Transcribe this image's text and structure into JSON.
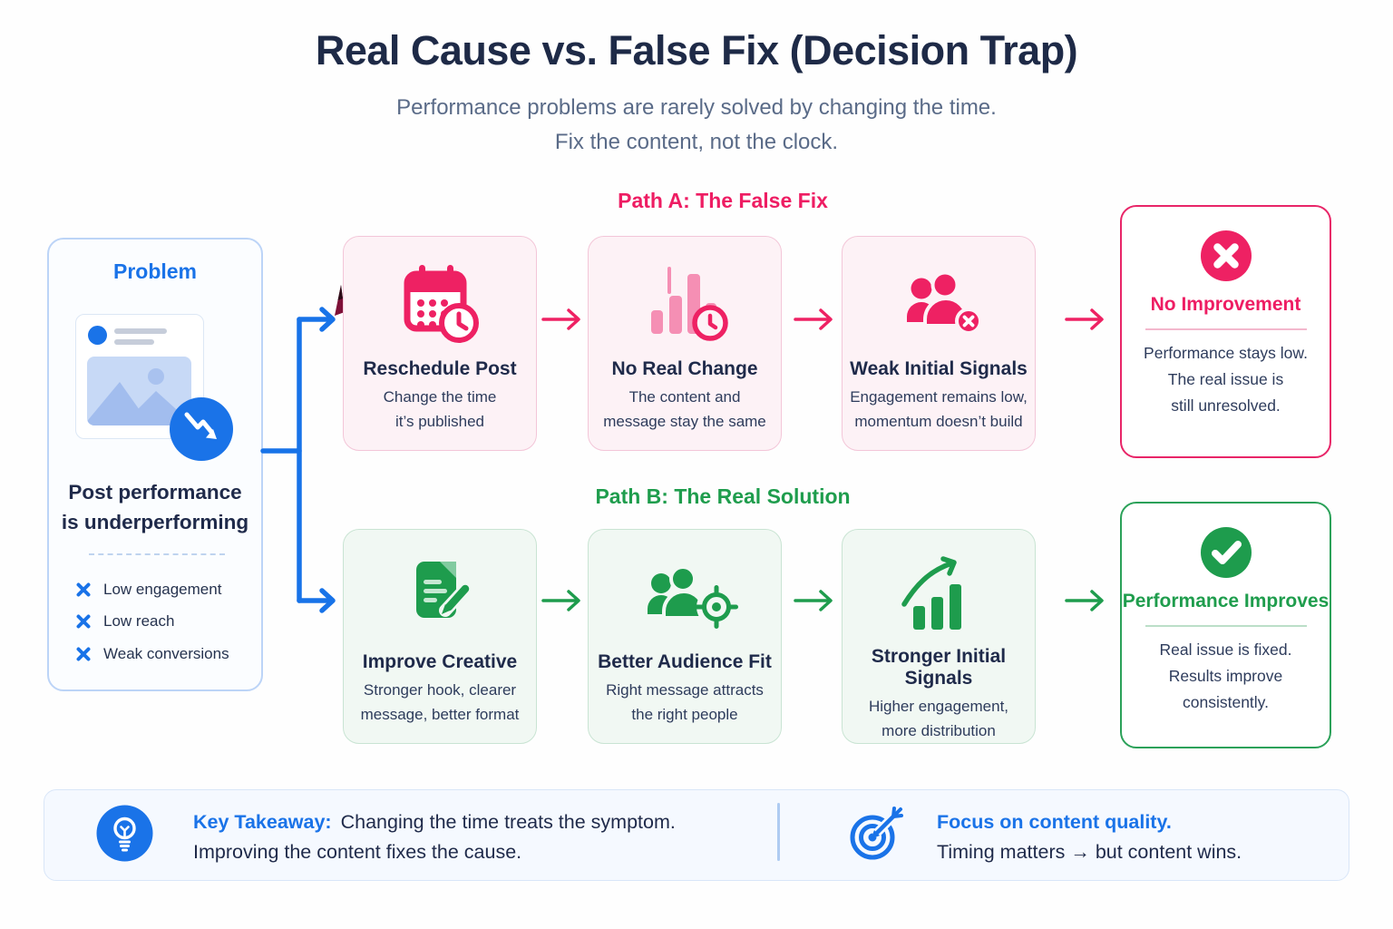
{
  "page": {
    "title": "Real Cause vs. False Fix (Decision Trap)",
    "subtitle_line1": "Performance problems are rarely solved by changing the time.",
    "subtitle_line2": "Fix the content, not the clock."
  },
  "problem": {
    "label": "Problem",
    "statement_line1": "Post performance",
    "statement_line2": "is underperforming",
    "issues": [
      "Low engagement",
      "Low reach",
      "Weak conversions"
    ]
  },
  "path_a": {
    "label": "Path A: The False Fix",
    "steps": [
      {
        "icon": "calendar-clock-icon",
        "title": "Reschedule Post",
        "desc_line1": "Change the time",
        "desc_line2": "it’s published"
      },
      {
        "icon": "bar-chart-clock-icon",
        "title": "No Real Change",
        "desc_line1": "The content and",
        "desc_line2": "message stay the same"
      },
      {
        "icon": "people-x-icon",
        "title": "Weak Initial Signals",
        "desc_line1": "Engagement remains low,",
        "desc_line2": "momentum doesn’t build"
      }
    ],
    "outcome": {
      "icon": "x-circle-icon",
      "title": "No Improvement",
      "desc_line1": "Performance stays low.",
      "desc_line2": "The real issue is",
      "desc_line3": "still unresolved."
    }
  },
  "path_b": {
    "label": "Path B: The Real Solution",
    "steps": [
      {
        "icon": "document-pencil-icon",
        "title": "Improve Creative",
        "desc_line1": "Stronger hook, clearer",
        "desc_line2": "message, better format"
      },
      {
        "icon": "people-target-icon",
        "title": "Better Audience Fit",
        "desc_line1": "Right message attracts",
        "desc_line2": "the right people"
      },
      {
        "icon": "growth-chart-icon",
        "title": "Stronger Initial Signals",
        "desc_line1": "Higher engagement,",
        "desc_line2": "more distribution"
      }
    ],
    "outcome": {
      "icon": "check-circle-icon",
      "title": "Performance Improves",
      "desc_line1": "Real issue is fixed.",
      "desc_line2": "Results improve",
      "desc_line3": "consistently."
    }
  },
  "footer": {
    "takeaway_label": "Key Takeaway:",
    "takeaway_sentence1": "Changing the time treats the symptom.",
    "takeaway_sentence2": "Improving the content fixes the cause.",
    "focus_title": "Focus on content quality.",
    "focus_sentence": "Timing matters → but content wins."
  },
  "colors": {
    "accent_blue": "#1A73E8",
    "pink": "#EE2163",
    "pink_light": "#F58FB4",
    "pink_card_bg": "#FDF2F6",
    "pink_card_border": "#F3C6D8",
    "green": "#1E9C4D",
    "green_card_bg": "#F1F8F3",
    "green_card_border": "#C9E4D3",
    "navy": "#1F2A4A",
    "subtitle_gray": "#5A6B88",
    "footer_bg": "#F5F9FF"
  }
}
